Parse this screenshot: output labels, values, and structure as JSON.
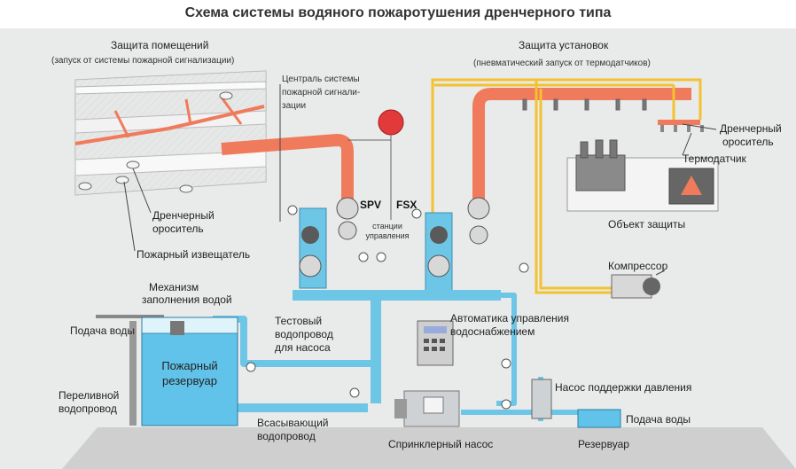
{
  "title": "Схема системы водяного пожаротушения дренчерного типа",
  "labels": {
    "rooms_title": "Защита помещений",
    "rooms_sub": "(запуск от системы пожарной сигнализации)",
    "installs_title": "Защита установок",
    "installs_sub": "(пневматический запуск от термодатчиков)",
    "central_1": "Централь системы",
    "central_2": "пожарной сигнали-",
    "central_3": "зации",
    "spv": "SPV",
    "fsx": "FSX",
    "stations_1": "станции",
    "stations_2": "управления",
    "drencher_left_1": "Дренчерный",
    "drencher_left_2": "ороситель",
    "detector": "Пожарный извещатель",
    "drencher_right_1": "Дренчерный",
    "drencher_right_2": "ороситель",
    "thermo": "Термодатчик",
    "object": "Объект защиты",
    "compressor": "Компрессор",
    "fill_1": "Механизм",
    "fill_2": "заполнения водой",
    "water_in_left": "Подача воды",
    "tank_1": "Пожарный",
    "tank_2": "резервуар",
    "test_1": "Тестовый",
    "test_2": "водопровод",
    "test_3": "для насоса",
    "automation_1": "Автоматика  управления",
    "automation_2": "водоснабжением",
    "overflow_1": "Переливной",
    "overflow_2": "водопровод",
    "suction_1": "Всасывающий",
    "suction_2": "водопровод",
    "sprinkler_pump": "Спринклерный насос",
    "pressure_pump": "Насос поддержки давления",
    "water_in_right": "Подача воды",
    "reservoir": "Резервуар"
  },
  "colors": {
    "pipe_red": "#f07b5c",
    "pipe_blue": "#6ec6e6",
    "pipe_yellow": "#f2c230",
    "tank_blue": "#62c3ea",
    "ground": "#d5d5d5",
    "background_room": "#eeeeee"
  }
}
